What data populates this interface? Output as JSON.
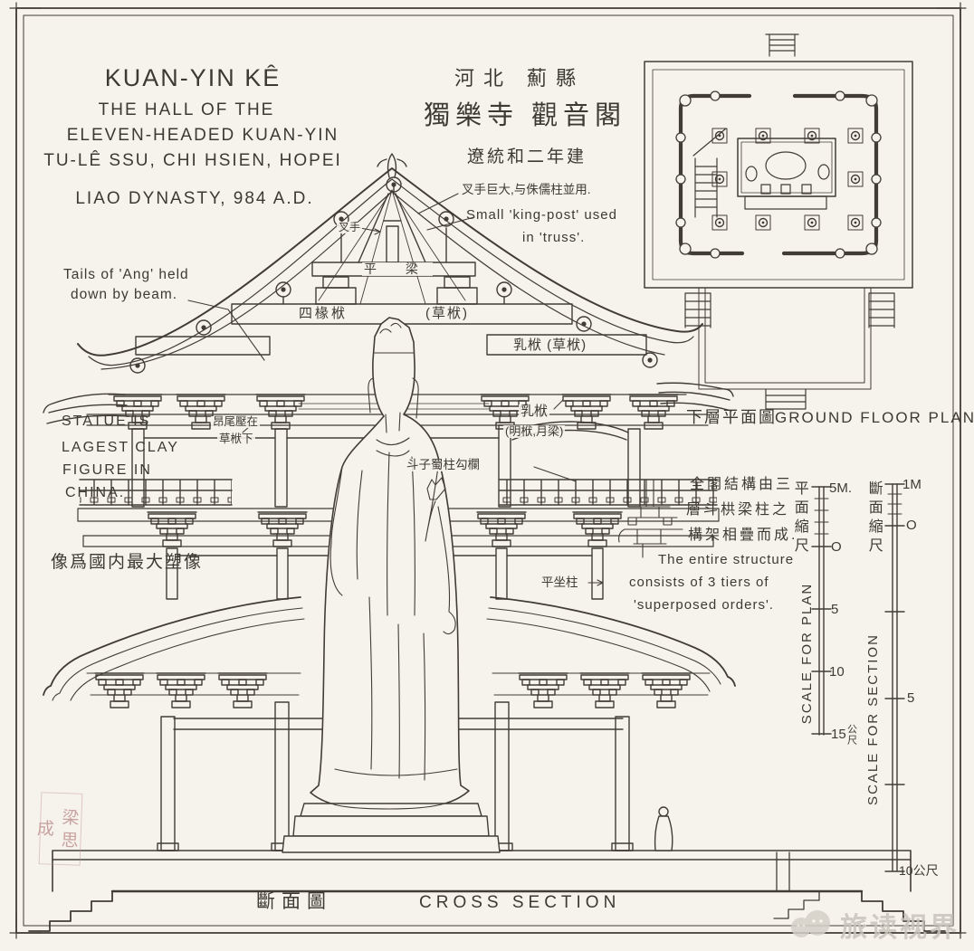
{
  "colors": {
    "paper": "#f6f3ec",
    "ink": "#413d36",
    "seal_red": "#bd8e8e",
    "watermark_gray": "#c9c5bc"
  },
  "title_block": {
    "line1": "KUAN-YIN KÊ",
    "line2": "THE HALL OF THE",
    "line3": "ELEVEN-HEADED KUAN-YIN",
    "line4": "TU-LÊ SSU, CHI HSIEN, HOPEI",
    "line5": "LIAO DYNASTY, 984 A.D."
  },
  "chinese_title": {
    "line1": "河北 薊縣",
    "line2": "獨樂寺 觀音閣",
    "line3": "遼統和二年建"
  },
  "plan": {
    "label_cn": "下層平面圖",
    "label_en": "GROUND FLOOR PLAN"
  },
  "annotations": {
    "ang_1": "Tails of 'Ang' held",
    "ang_2": "down by beam.",
    "kingpost_cn": "叉手巨大,与侏儒柱並用.",
    "kingpost_en_1": "Small 'king-post' used",
    "kingpost_en_2": "in 'truss'.",
    "statue_1": "STATUE IS",
    "statue_2": "LAGEST CLAY",
    "statue_3": "FIGURE IN",
    "statue_4": "CHINA.",
    "statue_cn": "像爲國内最大塑像",
    "structure_cn_1": "全閣結構由三",
    "structure_cn_2": "層斗栱梁柱之",
    "structure_cn_3": "構架相疊而成.",
    "structure_en_1": "The entire structure",
    "structure_en_2": "consists of 3 tiers of",
    "structure_en_3": "'superposed orders'."
  },
  "part_labels": {
    "chashou": "叉手",
    "pingliang": "平 梁",
    "sichuanfu": "四椽栿",
    "caofu": "(草栿)",
    "rufu_cao": "乳栿 (草栿)",
    "rufu": "乳栿",
    "rufu_ming": "(明栿,月梁)",
    "angwei_1": "昂尾壓在",
    "angwei_2": "草栿下",
    "douzhu_railing": "斗子蜀柱勾欄",
    "pingzuo_zhu": "平坐柱"
  },
  "scales": {
    "plan_cn": "平面縮尺",
    "plan_en": "SCALE FOR PLAN",
    "plan_ticks": [
      "5M.",
      "O",
      "5",
      "10",
      "15"
    ],
    "plan_unit": "公尺",
    "section_cn": "斷面縮尺",
    "section_en": "SCALE FOR SECTION",
    "section_ticks": [
      "1M",
      "O",
      "5"
    ],
    "section_bottom": "10公尺"
  },
  "footer": {
    "label_cn": "斷面圖",
    "label_en": "CROSS SECTION"
  },
  "watermark": {
    "text": "旅读视界"
  },
  "seal": {
    "text": "梁思成"
  }
}
